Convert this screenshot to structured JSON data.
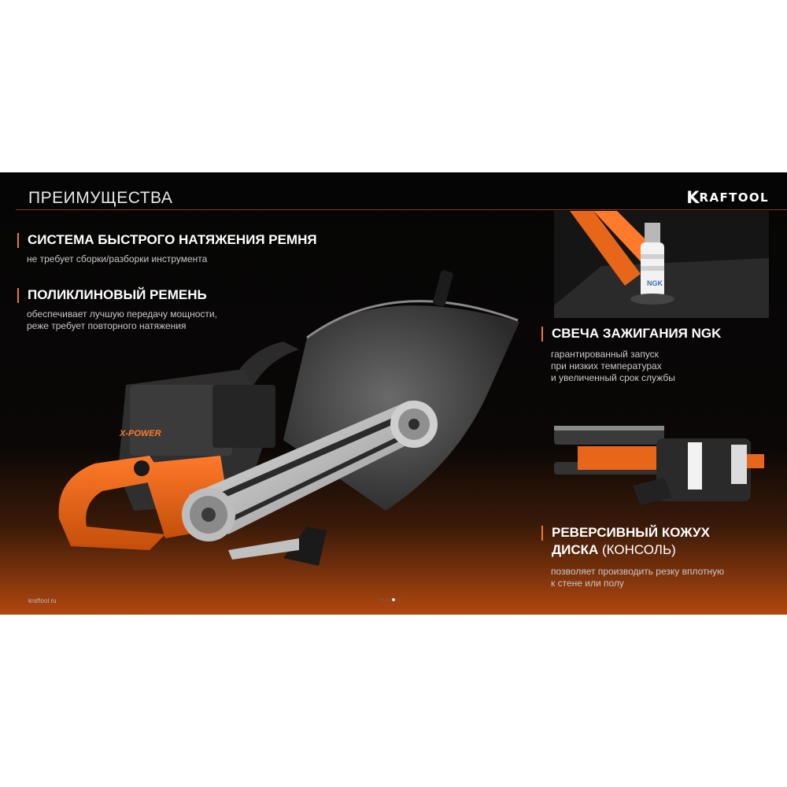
{
  "slide": {
    "title": "ПРЕИМУЩЕСТВА",
    "brand": "KRAFTOOL",
    "brand_first": "K",
    "brand_rest": "RAFTOOL",
    "site": "kraftool.ru",
    "pagination": {
      "total": 4,
      "active_index": 3
    }
  },
  "features": [
    {
      "title": "СИСТЕМА БЫСТРОГО НАТЯЖЕНИЯ РЕМНЯ",
      "lines": [
        "не требует сборки/разборки инструмента"
      ]
    },
    {
      "title": "ПОЛИКЛИНОВЫЙ РЕМЕНЬ",
      "lines": [
        "обеспечивает лучшую передачу мощности,",
        "реже требует повторного натяжения"
      ]
    },
    {
      "title": "СВЕЧА ЗАЖИГАНИЯ NGK",
      "lines": [
        "гарантированный запуск",
        "при низких температурах",
        "и увеличенный срок службы"
      ]
    },
    {
      "title_line1": "РЕВЕРСИВНЫЙ КОЖУХ",
      "title_line2_bold": "ДИСКА",
      "title_line2_light": " (КОНСОЛЬ)",
      "lines": [
        "позволяет производить резку вплотную",
        "к стене или полу"
      ]
    }
  ],
  "product_label": "X-POWER",
  "spark_plug_label": "NGK",
  "colors": {
    "accent": "#f07a23",
    "background": "#050505",
    "gradient_bottom": "#b2470f"
  }
}
